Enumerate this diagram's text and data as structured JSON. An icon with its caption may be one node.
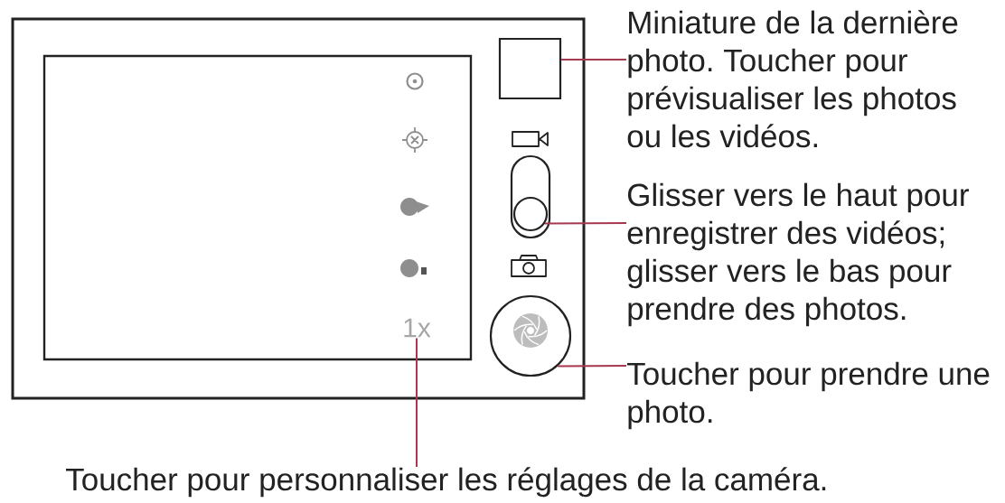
{
  "diagram": {
    "nodes": [
      {
        "text": [
          "Miniature de la dernière photo. Toucher pour prévisualiser les photos ou les vidéos."
        ]
      },
      {
        "text": [],
        "shape": "box"
      },
      {
        "text": [
          "Glisser vers le haut pour enregistrer des vidéos; glisser vers le bas pour prendre des photos."
        ]
      },
      {
        "text": [],
        "shape": "circle"
      },
      {
        "text": [
          "Toucher pour prendre une photo."
        ]
      },
      {
        "text": [],
        "shape": "circle"
      },
      {
        "text": [
          "1x"
        ]
      },
      {
        "text": [
          "Toucher pour personnaliser les réglages de la caméra."
        ]
      }
    ],
    "edges": [
      {
        "from": 0,
        "to": 1,
        "arrow": "none"
      },
      {
        "from": 2,
        "to": 3,
        "arrow": "none"
      },
      {
        "from": 4,
        "to": 5,
        "arrow": "none"
      },
      {
        "from": 7,
        "to": 6,
        "arrow": "none"
      }
    ]
  }
}
